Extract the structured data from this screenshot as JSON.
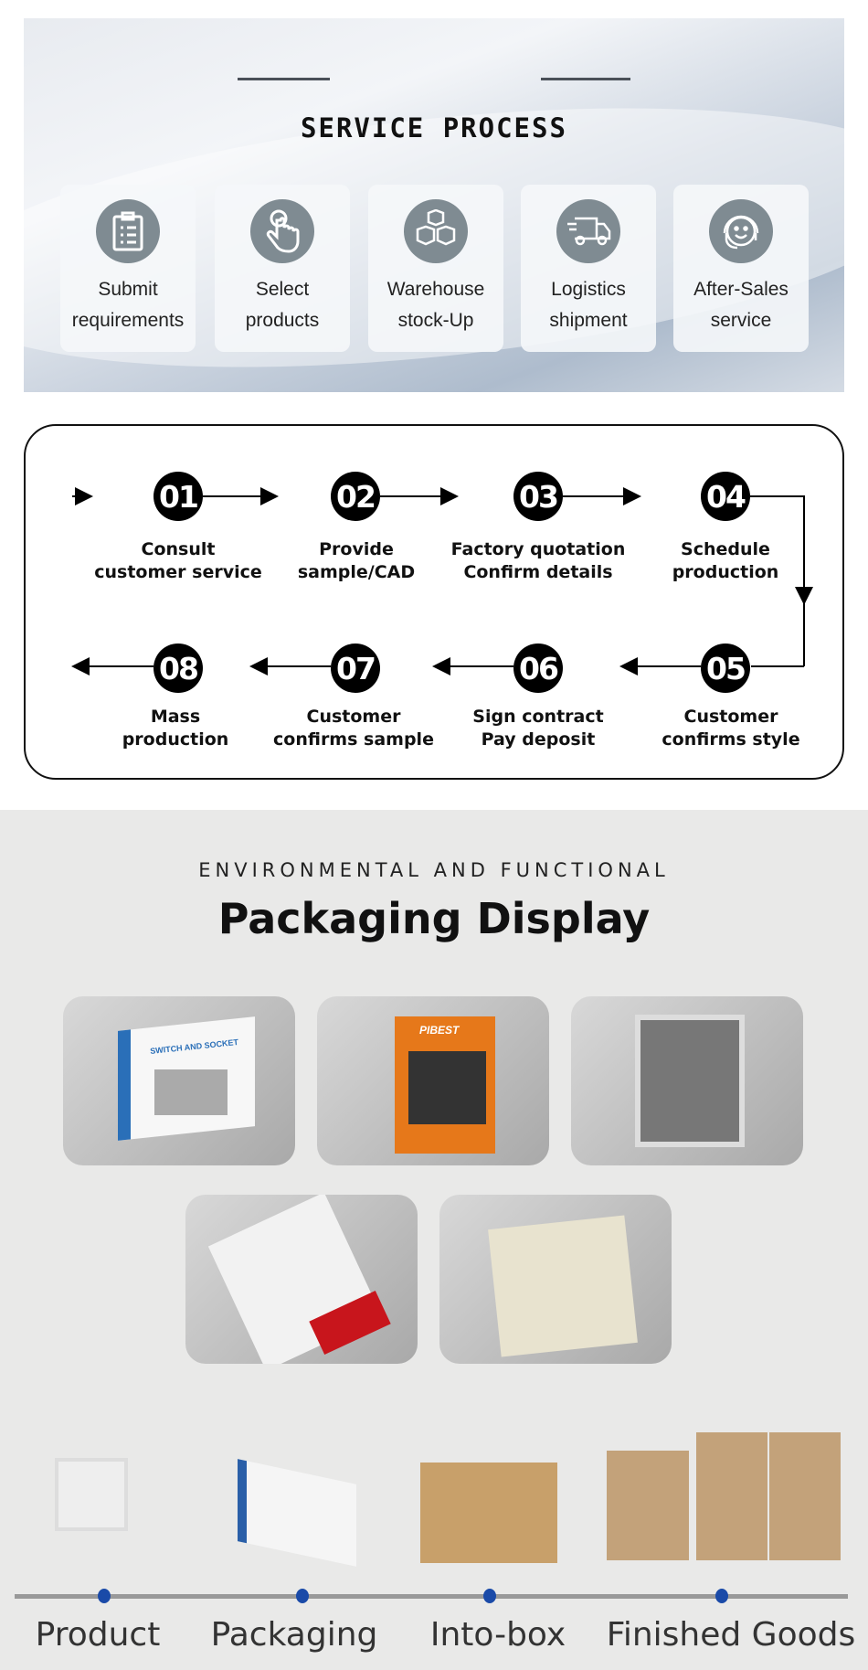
{
  "service": {
    "title": "SERVICE PROCESS",
    "steps": [
      {
        "label1": "Submit",
        "label2": "requirements",
        "icon": "clipboard-icon"
      },
      {
        "label1": "Select",
        "label2": "products",
        "icon": "hand-pointer-icon"
      },
      {
        "label1": "Warehouse",
        "label2": "stock-Up",
        "icon": "boxes-icon"
      },
      {
        "label1": "Logistics",
        "label2": "shipment",
        "icon": "truck-icon"
      },
      {
        "label1": "After-Sales",
        "label2": "service",
        "icon": "headset-icon"
      }
    ]
  },
  "flow": {
    "steps": [
      {
        "num": "01",
        "l1": "Consult",
        "l2": "customer service"
      },
      {
        "num": "02",
        "l1": "Provide",
        "l2": "sample/CAD"
      },
      {
        "num": "03",
        "l1": "Factory quotation",
        "l2": "Confirm details"
      },
      {
        "num": "04",
        "l1": "Schedule",
        "l2": "production"
      },
      {
        "num": "05",
        "l1": "Customer",
        "l2": "confirms style"
      },
      {
        "num": "06",
        "l1": "Sign contract",
        "l2": "Pay deposit"
      },
      {
        "num": "07",
        "l1": "Customer",
        "l2": "confirms sample"
      },
      {
        "num": "08",
        "l1": "Mass",
        "l2": "production"
      }
    ]
  },
  "packaging": {
    "subtitle": "ENVIRONMENTAL AND FUNCTIONAL",
    "title": "Packaging Display",
    "box_text": "SWITCH AND SOCKET",
    "brand": "PIBEST"
  },
  "timeline": {
    "stages": [
      "Product",
      "Packaging",
      "Into-box",
      "Finished Goods"
    ],
    "dot_color": "#1a4aa8"
  }
}
